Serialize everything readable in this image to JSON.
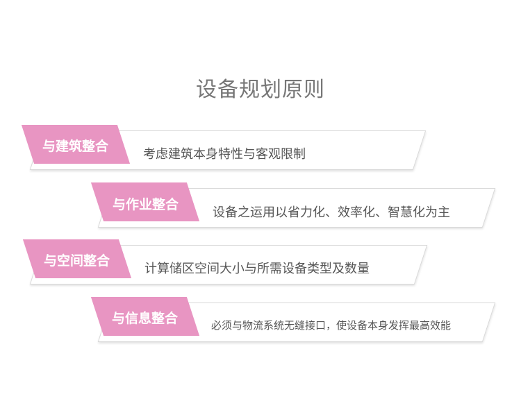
{
  "title": "设备规划原则",
  "colors": {
    "tag": "#e895c2",
    "border": "#d8d8d8",
    "title": "#777777",
    "text": "#555555"
  },
  "items": [
    {
      "label": "与建筑整合",
      "description": "考虑建筑本身特性与客观限制"
    },
    {
      "label": "与作业整合",
      "description": "设备之运用以省力化、效率化、智慧化为主"
    },
    {
      "label": "与空间整合",
      "description": "计算储区空间大小与所需设备类型及数量"
    },
    {
      "label": "与信息整合",
      "description": "必须与物流系统无缝接口，使设备本身发挥最高效能"
    }
  ]
}
